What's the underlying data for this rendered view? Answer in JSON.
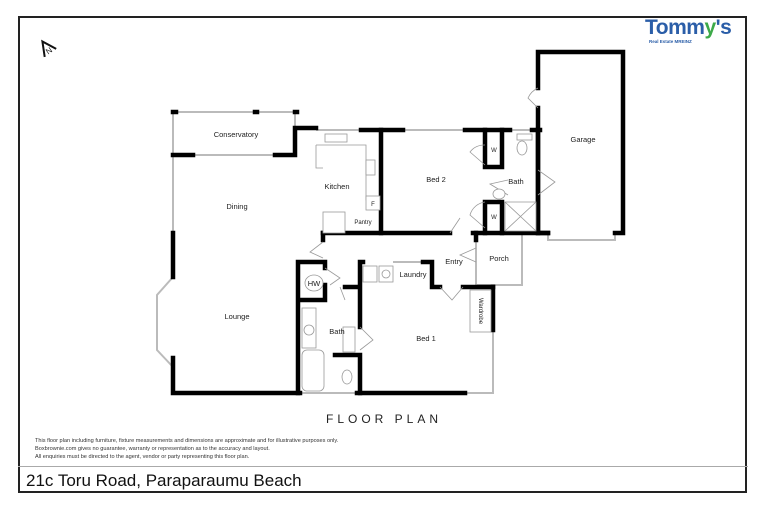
{
  "logo": {
    "name_start": "Tomm",
    "name_y": "y",
    "name_end": "'s",
    "tagline": "Real Estate MREINZ",
    "colors": {
      "blue": "#2b5ea8",
      "green": "#3daa49"
    }
  },
  "compass": {
    "icon": "north-arrow-icon",
    "label": "N"
  },
  "rooms": {
    "conservatory": "Conservatory",
    "kitchen": "Kitchen",
    "dining": "Dining",
    "pantry": "Pantry",
    "lounge": "Lounge",
    "bed2": "Bed 2",
    "bath_upper": "Bath",
    "garage": "Garage",
    "w_upper": "W",
    "w_lower": "W",
    "entry": "Entry",
    "porch": "Porch",
    "laundry": "Laundry",
    "hw": "HW",
    "bath_lower": "Bath",
    "bed1": "Bed 1",
    "wardrobe": "Wardrobe",
    "fridge": "F"
  },
  "title": "FLOOR PLAN",
  "disclaimer": [
    "This floor plan including furniture, fixture measurements and dimensions are approximate and for illustrative purposes only.",
    "Boxbrownie.com gives no guarantee, warranty or representation as to the accuracy and layout.",
    "All enquiries must be directed to the agent, vendor or party representing this floor plan."
  ],
  "address": "21c Toru Road, Paraparaumu Beach"
}
